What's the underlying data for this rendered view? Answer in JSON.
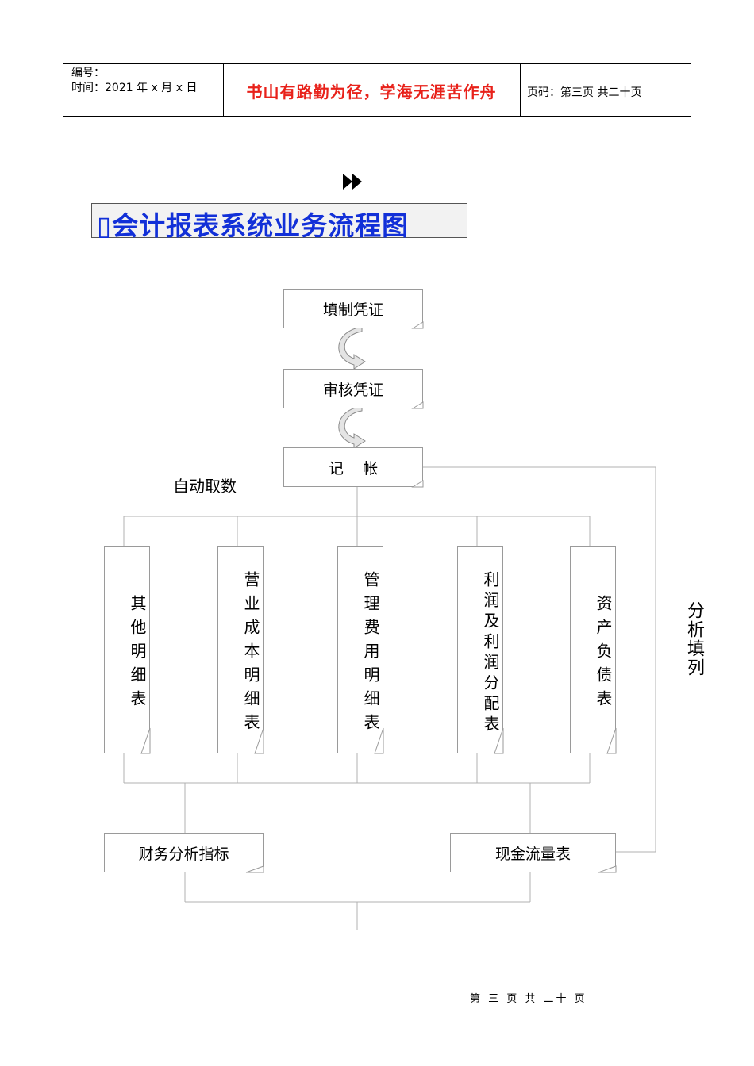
{
  "header": {
    "number_label": "编号：",
    "time_label": "时间：2021 年 x 月 x 日",
    "motto": "书山有路勤为径，学海无涯苦作舟",
    "page_code": "页码：第三页  共二十页"
  },
  "title": "会计报表系统业务流程图",
  "title_bullet": "▯",
  "flow": {
    "step1": "填制凭证",
    "step2": "审核凭证",
    "step3": "记    帐",
    "auto_fetch_label": "自动取数",
    "reports": [
      "其他明细表",
      "营业成本明细表",
      "管理费用明细表",
      "利润及利润分配表",
      "资产负债表"
    ],
    "analysis": "财务分析指标",
    "cashflow": "现金流量表",
    "side_label": "分析填列"
  },
  "footer": "第 三 页 共 二十 页",
  "colors": {
    "motto": "#e8211a",
    "title": "#1230d8",
    "border": "#9a9a9a"
  }
}
